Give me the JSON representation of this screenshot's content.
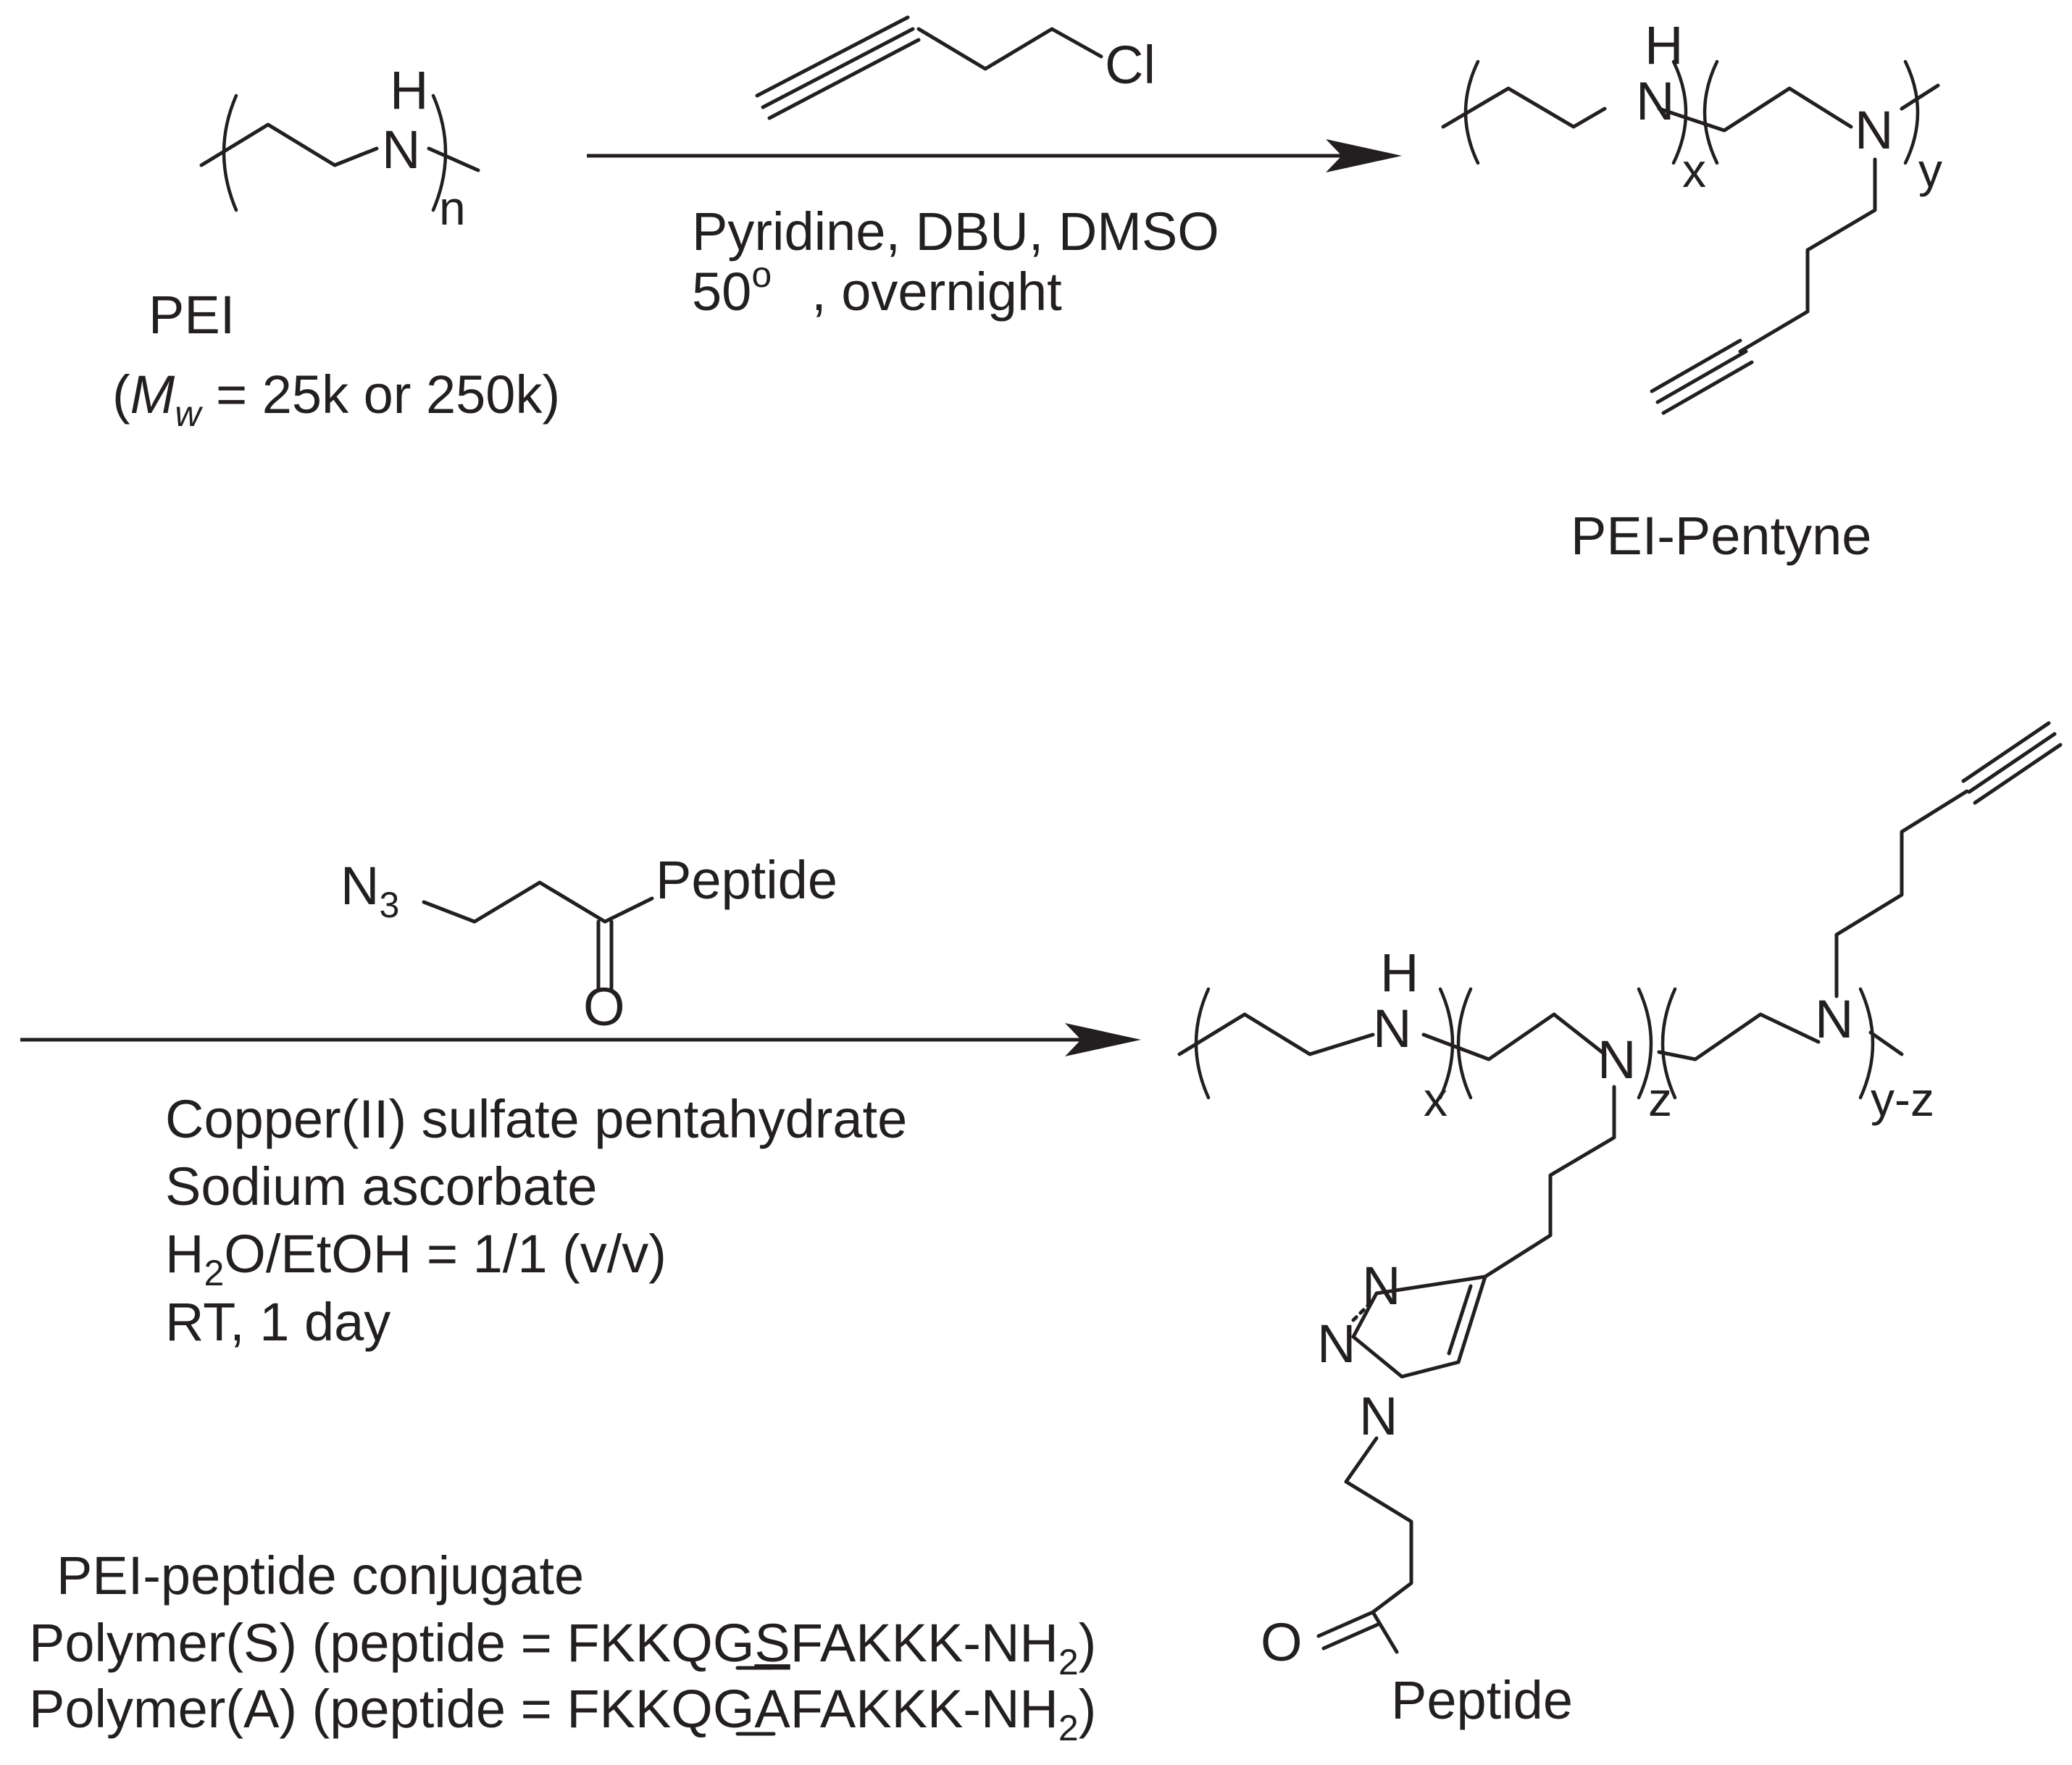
{
  "reaction1": {
    "reactant": {
      "nh_h": "H",
      "nh_n": "N",
      "repeat_n": "n",
      "name": "PEI",
      "mw_open": "(",
      "mw_m": "M",
      "mw_sub": "w",
      "mw_rest": " = 25k or 250k)"
    },
    "reagent_cl": "Cl",
    "conditions_line1": "Pyridine, DBU, DMSO",
    "conditions_line2_temp": "50",
    "conditions_line2_deg": "o",
    "conditions_line2_rest": ", overnight",
    "product": {
      "nh_h": "H",
      "nh_n": "N",
      "n2": "N",
      "repeat_x": "x",
      "repeat_y": "y",
      "name": "PEI-Pentyne"
    }
  },
  "reaction2": {
    "reagent_n": "N",
    "reagent_n_sub": "3",
    "reagent_peptide": "Peptide",
    "reagent_o": "O",
    "conditions": {
      "line1": "Copper(II) sulfate pentahydrate",
      "line2": "Sodium ascorbate",
      "line3_a": "H",
      "line3_sub": "2",
      "line3_b": "O/EtOH = 1/1 (v/v)",
      "line4": "RT, 1 day"
    },
    "product": {
      "nh_h": "H",
      "nh_n": "N",
      "n_mid": "N",
      "n_right": "N",
      "repeat_x": "x",
      "repeat_z": "z",
      "repeat_yz": "y-z",
      "triazole_n_top": "N",
      "triazole_n_left": "N",
      "triazole_n_bottom": "N",
      "carbonyl_o": "O",
      "peptide": "Peptide"
    },
    "caption": {
      "title": "PEI-peptide conjugate",
      "s_prefix": "Polymer(S) (peptide = FKKQG",
      "s_residue": "S",
      "s_suffix": "FAKKK-NH",
      "s_sub": "2",
      "s_close": ")",
      "a_prefix": "Polymer(A) (peptide = FKKQG",
      "a_residue": "A",
      "a_suffix": "FAKKK-NH",
      "a_sub": "2",
      "a_close": ")"
    }
  }
}
